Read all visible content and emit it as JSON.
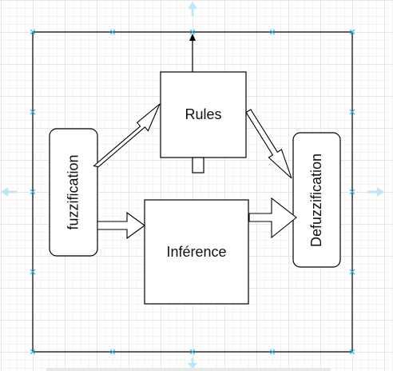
{
  "diagram": {
    "nodes": {
      "rules": {
        "label": "Rules"
      },
      "inference": {
        "label": "Inférence"
      },
      "fuzzification": {
        "label": "fuzzification"
      },
      "defuzzification": {
        "label": "Defuzzification"
      }
    },
    "edges": [
      {
        "from": "fuzzification",
        "to": "rules",
        "style": "hollow-block-arrow"
      },
      {
        "from": "fuzzification",
        "to": "inference",
        "style": "hollow-block-arrow"
      },
      {
        "from": "rules",
        "to": "defuzzification",
        "style": "hollow-block-arrow"
      },
      {
        "from": "inference",
        "to": "defuzzification",
        "style": "hollow-block-arrow"
      },
      {
        "from": "rules",
        "to": "frame-top",
        "style": "thin-arrow"
      }
    ]
  },
  "colors": {
    "stroke": "#000000",
    "handle": "#29b6f2",
    "guide_arrow": "#bfe6f8",
    "grid": "#e6e6e6"
  }
}
